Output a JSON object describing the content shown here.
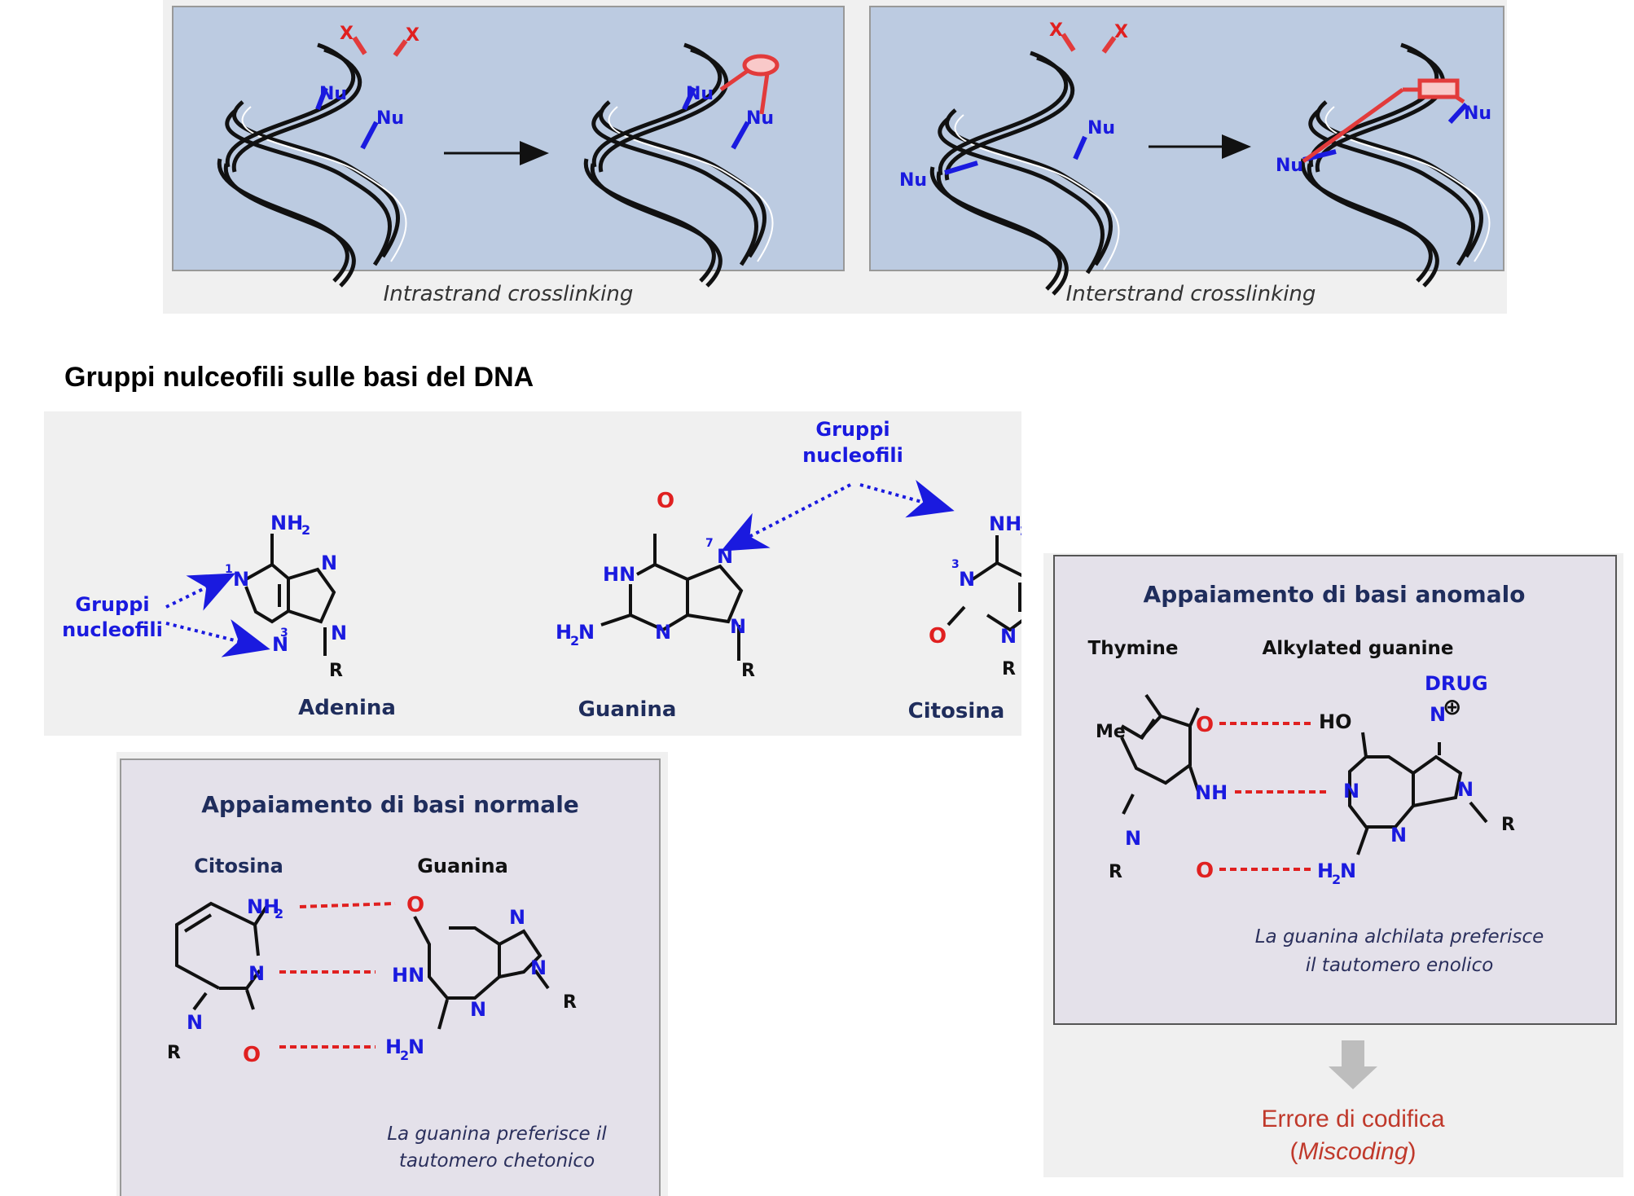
{
  "crosslink": {
    "reagent_label": "X",
    "nucleophile_label": "Nu",
    "intra_caption": "Intrastrand crosslinking",
    "inter_caption": "Interstrand crosslinking",
    "colors": {
      "panel": "#bccbe1",
      "bridge": "#e23b3b",
      "nucleophile": "#1a1adf"
    }
  },
  "section_title": "Gruppi nulceofili sulle basi del DNA",
  "bases_panel": {
    "gruppi_line1": "Gruppi",
    "gruppi_line2": "nucleofili",
    "adenina": "Adenina",
    "guanina": "Guanina",
    "citosina": "Citosina",
    "atoms": {
      "NH2": "NH",
      "sub2": "2",
      "N": "N",
      "HN": "HN",
      "O": "O",
      "R": "R",
      "H2N_H": "H",
      "H2N_N": "N"
    },
    "positions": {
      "one": "1",
      "three": "3",
      "seven": "7"
    }
  },
  "normal_pairing": {
    "title": "Appaiamento di basi normale",
    "left_label": "Citosina",
    "right_label": "Guanina",
    "note_line1": "La guanina preferisce il",
    "note_line2": "tautomero chetonico"
  },
  "anomalous_pairing": {
    "title": "Appaiamento di basi anomalo",
    "left_label": "Thymine",
    "right_label": "Alkylated guanine",
    "drug": "DRUG",
    "plus": "⊕",
    "me": "Me",
    "nh": "NH",
    "ho": "HO",
    "note_line1": "La guanina alchilata preferisce",
    "note_line2": "il tautomero enolico"
  },
  "miscoding": {
    "line1": "Errore di codifica",
    "paren_open": "(",
    "italic": "Miscoding",
    "paren_close": ")"
  }
}
